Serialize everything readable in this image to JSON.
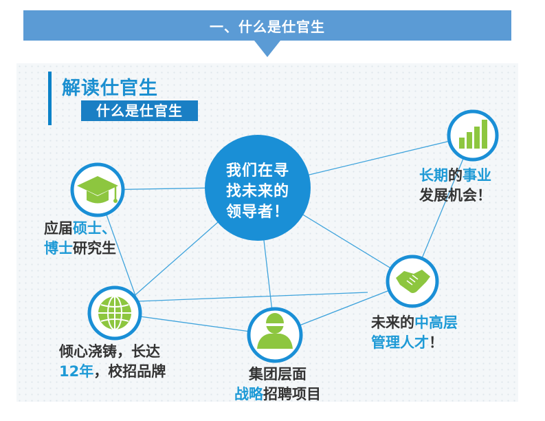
{
  "header": {
    "title": "一、什么是仕官生"
  },
  "section": {
    "title": "解读仕官生",
    "subtitle": "什么是仕官生"
  },
  "center": {
    "lines": [
      "我们在寻",
      "找未来的",
      "领导者！"
    ]
  },
  "nodes": {
    "graduate": {
      "icon": "graduation-cap-icon",
      "line1": [
        "应届",
        "硕士、"
      ],
      "line2": [
        "博士",
        "研究生"
      ]
    },
    "career": {
      "icon": "bar-chart-icon",
      "line1": [
        "长期",
        "的",
        "事业"
      ],
      "line2": [
        "发展机会！"
      ]
    },
    "campus": {
      "icon": "globe-icon",
      "line1": [
        "倾心浇铸，长达"
      ],
      "line2": [
        "12年",
        "，校招品牌"
      ]
    },
    "strategy": {
      "icon": "person-icon",
      "line1": [
        "集团层面"
      ],
      "line2": [
        "战略",
        "招聘项目"
      ]
    },
    "management": {
      "icon": "handshake-icon",
      "line1": [
        "未来的",
        "中高层"
      ],
      "line2": [
        "管理人才",
        "！"
      ]
    }
  },
  "colors": {
    "banner": "#5b9bd5",
    "accent": "#1e9ad6",
    "icon_green": "#8dc63f",
    "ring": "#1a8fd6"
  }
}
